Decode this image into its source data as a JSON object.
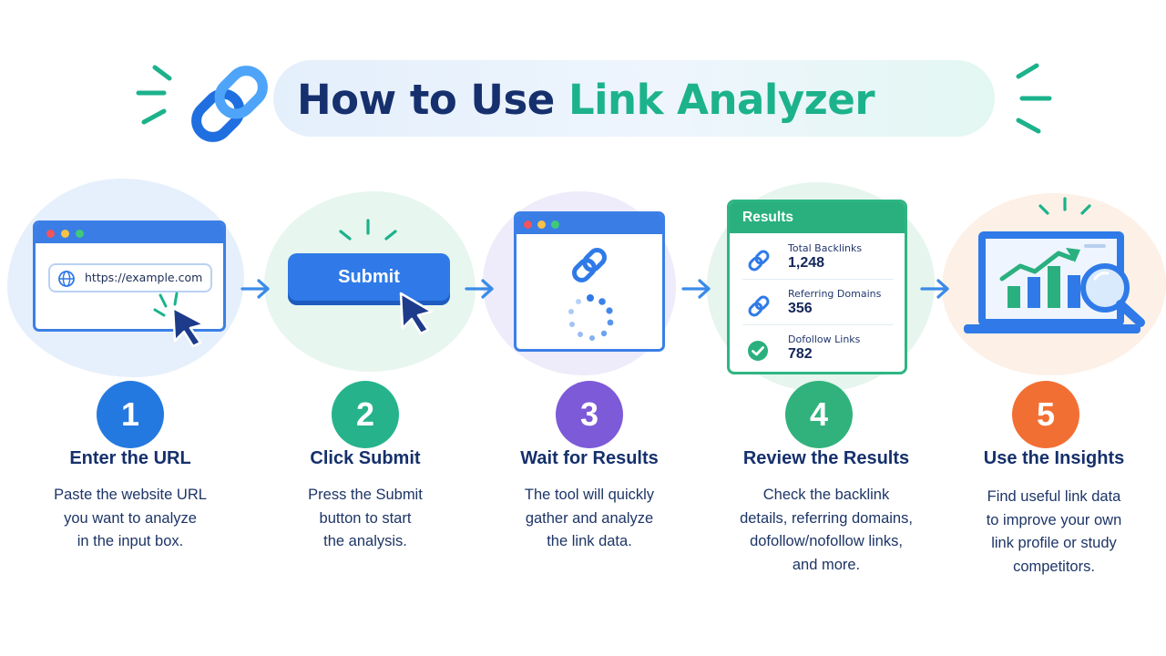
{
  "title": {
    "part1": "How to Use",
    "part2": "Link Analyzer"
  },
  "colors": {
    "navy": "#16306e",
    "teal": "#1cb28b",
    "blue": "#2479e0",
    "green": "#26b38c",
    "purple": "#7c5ad8",
    "green2": "#31b27c",
    "orange": "#f26f33"
  },
  "steps": [
    {
      "number": "1",
      "title": "Enter the URL",
      "description": [
        "Paste the website URL",
        "you want to analyze",
        "in the input box."
      ],
      "illustration": {
        "url": "https://example.com",
        "icons": [
          "globe-icon",
          "cursor-icon"
        ]
      }
    },
    {
      "number": "2",
      "title": "Click Submit",
      "description": [
        "Press the Submit",
        "button to start",
        "the analysis."
      ],
      "illustration": {
        "button_label": "Submit",
        "icons": [
          "cursor-icon"
        ]
      }
    },
    {
      "number": "3",
      "title": "Wait for Results",
      "description": [
        "The tool will quickly",
        "gather and analyze",
        "the link data."
      ],
      "illustration": {
        "icons": [
          "link-icon",
          "loading-spinner-icon"
        ]
      }
    },
    {
      "number": "4",
      "title": "Review the Results",
      "description": [
        "Check the backlink",
        "details, referring domains,",
        "dofollow/nofollow links,",
        "and more."
      ],
      "illustration": {
        "header": "Results",
        "rows": [
          {
            "label": "Total Backlinks",
            "value": "1,248",
            "icon": "link-icon"
          },
          {
            "label": "Referring Domains",
            "value": "356",
            "icon": "link-icon"
          },
          {
            "label": "Dofollow Links",
            "value": "782",
            "icon": "check-circle-icon"
          }
        ]
      }
    },
    {
      "number": "5",
      "title": "Use the Insights",
      "description": [
        "Find useful link data",
        "to improve your own",
        "link profile or study",
        "competitors."
      ],
      "illustration": {
        "icons": [
          "laptop-icon",
          "bar-chart-icon",
          "magnifier-icon"
        ]
      }
    }
  ]
}
